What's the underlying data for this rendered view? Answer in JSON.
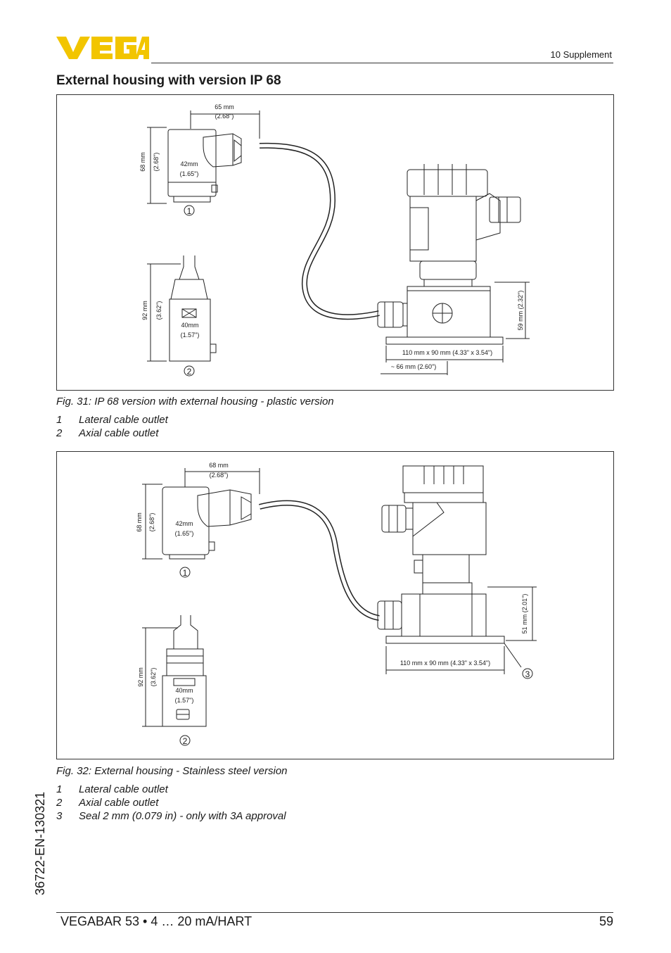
{
  "header": {
    "logo_text": "VEGA",
    "brand_color": "#f2c500",
    "chapter": "10 Supplement"
  },
  "section_title": "External housing with version IP 68",
  "figure1": {
    "dims": {
      "w65_a": "65 mm",
      "w65_b": "(2.68\")",
      "h68_a": "68 mm",
      "h68_b": "(2.68\")",
      "d42_a": "42mm",
      "d42_b": "(1.65\")",
      "h92_a": "92 mm",
      "h92_b": "(3.62\")",
      "d40_a": "40mm",
      "d40_b": "(1.57\")",
      "h59": "59 mm (2.32\")",
      "base": "110 mm x 90 mm (4.33\" x 3.54\")",
      "approx66": "~ 66 mm (2.60\")"
    },
    "callouts": [
      "1",
      "2"
    ],
    "caption": "Fig. 31: IP 68 version with external housing - plastic version",
    "legend": [
      {
        "num": "1",
        "text": "Lateral cable outlet"
      },
      {
        "num": "2",
        "text": "Axial cable outlet"
      }
    ]
  },
  "figure2": {
    "dims": {
      "w68_a": "68 mm",
      "w68_b": "(2.68\")",
      "h68_a": "68 mm",
      "h68_b": "(2.68\")",
      "d42_a": "42mm",
      "d42_b": "(1.65\")",
      "h92_a": "92 mm",
      "h92_b": "(3.62\")",
      "d40_a": "40mm",
      "d40_b": "(1.57\")",
      "h51": "51 mm (2.01\")",
      "base": "110 mm x 90 mm (4.33\" x 3.54\")"
    },
    "callouts": [
      "1",
      "2",
      "3"
    ],
    "caption": "Fig. 32: External housing - Stainless steel version",
    "legend": [
      {
        "num": "1",
        "text": "Lateral cable outlet"
      },
      {
        "num": "2",
        "text": "Axial cable outlet"
      },
      {
        "num": "3",
        "text": "Seal 2 mm (0.079 in) - only with 3A approval"
      }
    ]
  },
  "side_doc_id": "36722-EN-130321",
  "footer": {
    "title": "VEGABAR 53 • 4 … 20 mA/HART",
    "page": "59"
  }
}
